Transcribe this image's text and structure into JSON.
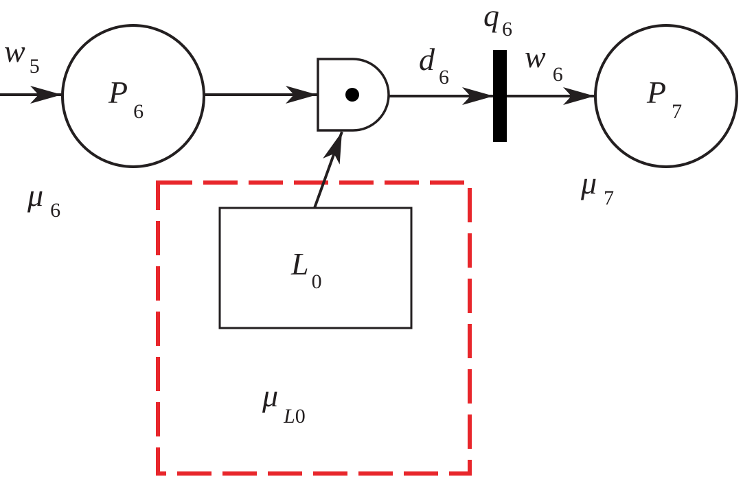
{
  "diagram": {
    "type": "petri-net-fragment",
    "colors": {
      "stroke": "#231f20",
      "boundary": "#e8262b",
      "background": "#ffffff"
    },
    "places": [
      {
        "id": "P6",
        "label": "P",
        "label_sub": "6",
        "marking_label": "μ",
        "marking_sub": "6"
      },
      {
        "id": "P7",
        "label": "P",
        "label_sub": "7",
        "marking_label": "μ",
        "marking_sub": "7"
      }
    ],
    "transition": {
      "id": "q6",
      "label": "q",
      "label_sub": "6"
    },
    "gate": {
      "id": "and-gate",
      "has_token": true
    },
    "logic_block": {
      "id": "L0",
      "label": "L",
      "label_sub": "0"
    },
    "region": {
      "label": "μ",
      "label_sub_italic": "L",
      "label_sub_num": "0",
      "style": "dashed"
    },
    "arcs": [
      {
        "from": "input",
        "to": "P6",
        "label": "w",
        "label_sub": "5"
      },
      {
        "from": "P6",
        "to": "and-gate"
      },
      {
        "from": "L0",
        "to": "and-gate"
      },
      {
        "from": "and-gate",
        "to": "q6",
        "label": "d",
        "label_sub": "6"
      },
      {
        "from": "q6",
        "to": "P7",
        "label": "w",
        "label_sub": "6"
      }
    ]
  }
}
